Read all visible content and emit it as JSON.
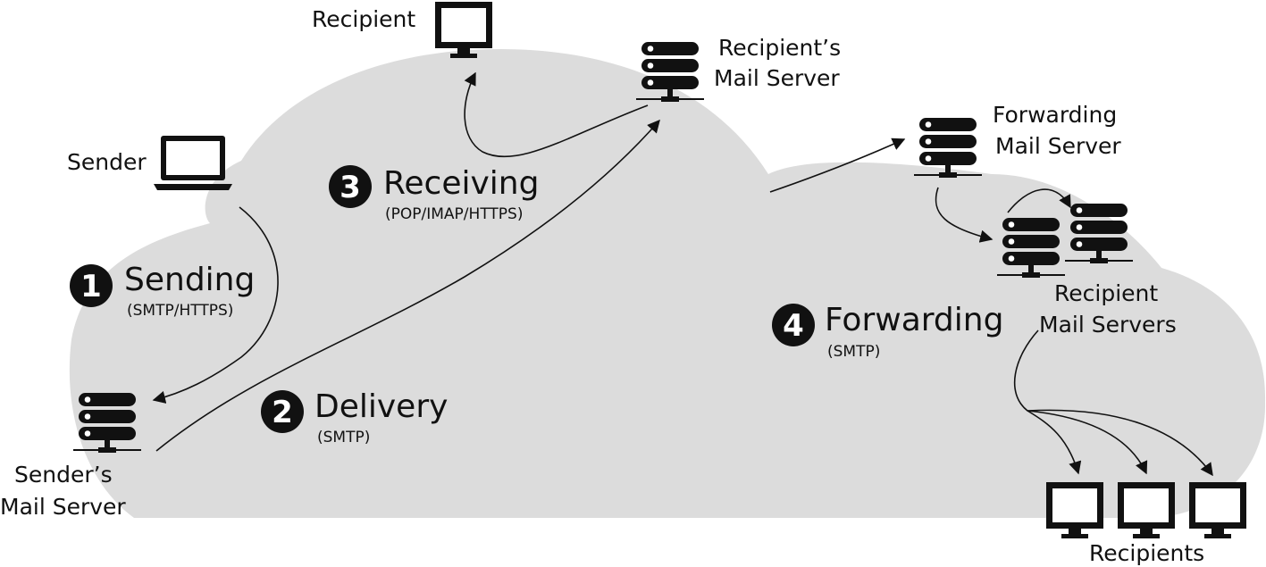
{
  "nodes": {
    "sender": {
      "label": "Sender",
      "icon": "laptop-icon"
    },
    "senders_mail_server": {
      "label_line1": "Sender’s",
      "label_line2": "Mail Server",
      "icon": "server-icon"
    },
    "recipient": {
      "label": "Recipient",
      "icon": "monitor-icon"
    },
    "recipients_mail_server": {
      "label_line1": "Recipient’s",
      "label_line2": "Mail Server",
      "icon": "server-icon"
    },
    "forwarding_mail_server": {
      "label_line1": "Forwarding",
      "label_line2": "Mail Server",
      "icon": "server-icon"
    },
    "recipient_mail_servers": {
      "label_line1": "Recipient",
      "label_line2": "Mail Servers",
      "icon": "server-icon"
    },
    "recipients": {
      "label": "Recipients",
      "icon": "monitor-icon"
    }
  },
  "steps": [
    {
      "number": "1",
      "title": "Sending",
      "subtitle": "(SMTP/HTTPS)"
    },
    {
      "number": "2",
      "title": "Delivery",
      "subtitle": "(SMTP)"
    },
    {
      "number": "3",
      "title": "Receiving",
      "subtitle": "(POP/IMAP/HTTPS)"
    },
    {
      "number": "4",
      "title": "Forwarding",
      "subtitle": "(SMTP)"
    }
  ],
  "colors": {
    "cloud": "#dcdcdc",
    "ink": "#111111",
    "background": "#ffffff"
  }
}
